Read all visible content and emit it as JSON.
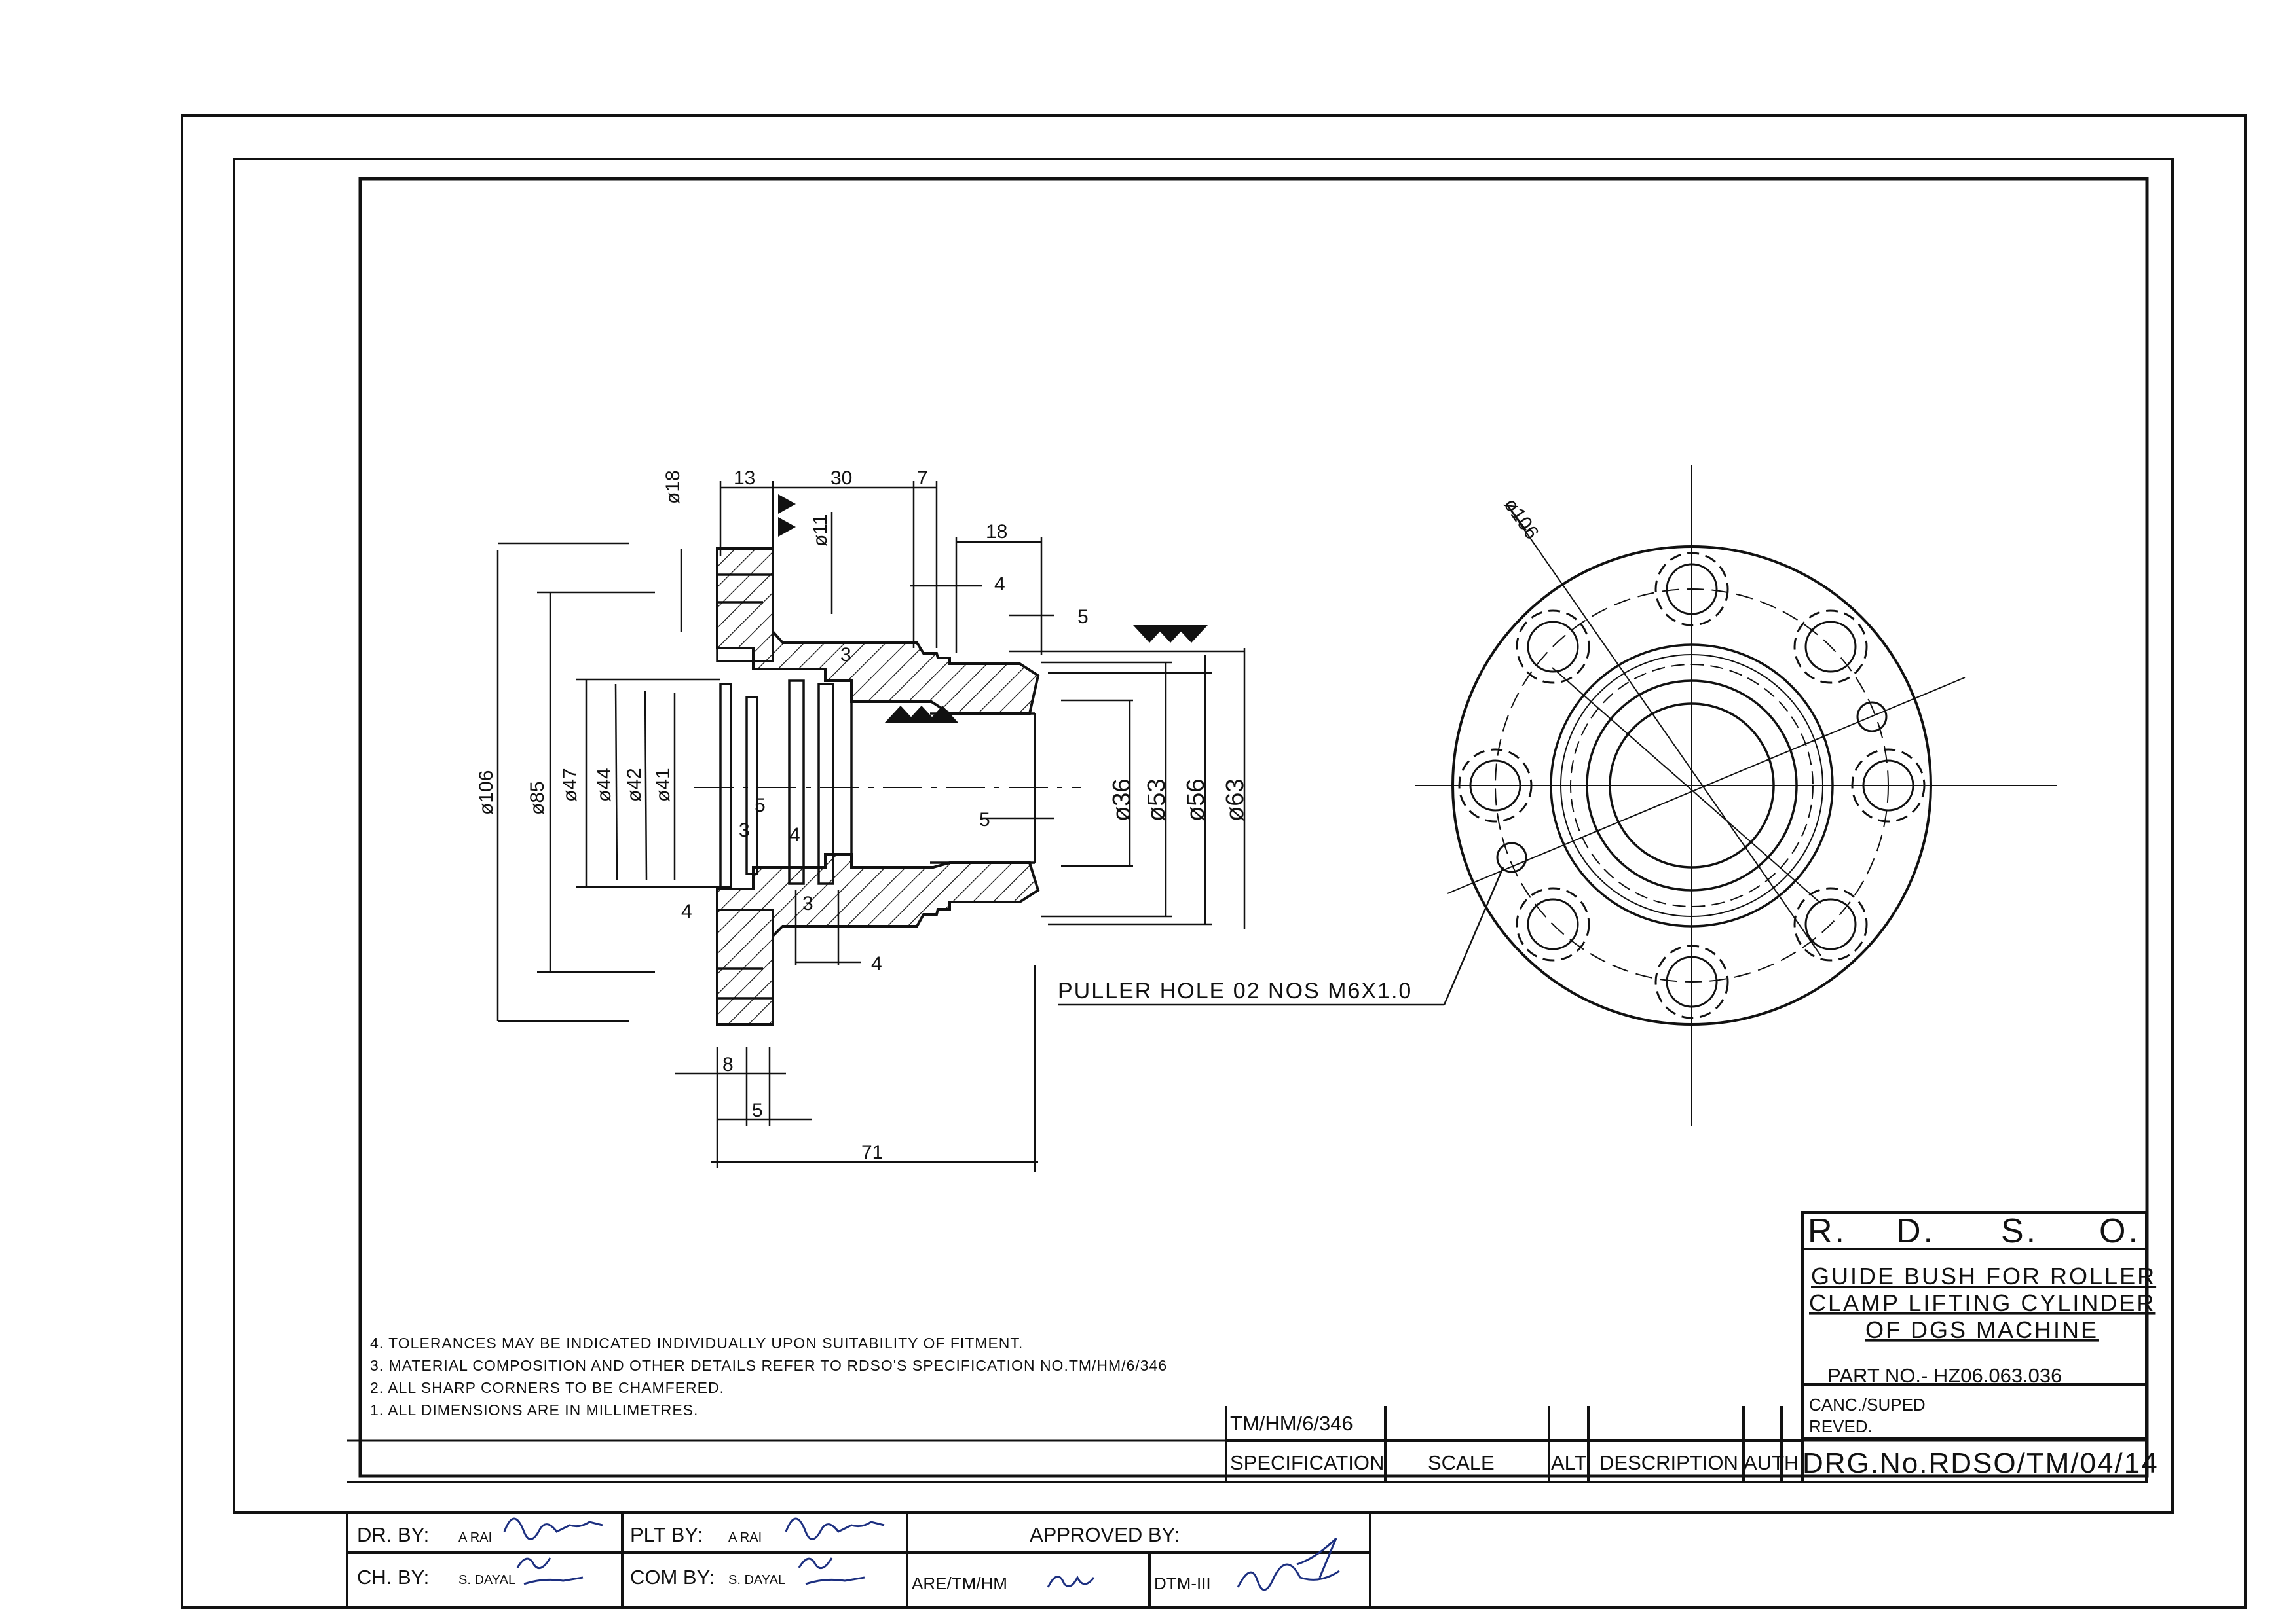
{
  "drawing": {
    "dims_left": {
      "d106": "ø106",
      "d85": "ø85",
      "d47": "ø47",
      "d44": "ø44",
      "d42": "ø42",
      "d41": "ø41",
      "d18": "ø18",
      "d11": "ø11",
      "d36": "ø36",
      "d53": "ø53",
      "d56": "ø56",
      "d63": "ø63",
      "l13": "13",
      "l30": "30",
      "l7": "7",
      "l18": "18",
      "l4a": "4",
      "l5a": "5",
      "l3a": "3",
      "l5b": "5",
      "l3b": "3",
      "l4b": "4",
      "l5c": "5",
      "l3c": "3",
      "l4c": "4",
      "l4d": "4",
      "l8": "8",
      "l5d": "5",
      "l71": "71"
    },
    "dims_right": {
      "d106": "ø106"
    },
    "puller_label": "PULLER HOLE 02 NOS M6X1.0"
  },
  "notes": [
    "4. TOLERANCES MAY BE INDICATED INDIVIDUALLY UPON SUITABILITY OF FITMENT.",
    "3. MATERIAL COMPOSITION AND  OTHER DETAILS REFER TO RDSO'S SPECIFICATION NO.TM/HM/6/346",
    "2. ALL SHARP CORNERS TO BE CHAMFERED.",
    "1. ALL DIMENSIONS ARE IN MILLIMETRES."
  ],
  "title_block": {
    "org": [
      "R.",
      "D.",
      "S.",
      "O."
    ],
    "title_lines": [
      "GUIDE BUSH FOR ROLLER",
      "CLAMP LIFTING CYLINDER",
      "OF DGS MACHINE"
    ],
    "part_no": "PART NO.-  HZ06.063.036",
    "canc": "CANC./SUPED",
    "reved": "REVED.",
    "drg_no": "DRG.No.RDSO/TM/04/14",
    "spec_value": "TM/HM/6/346",
    "headers": {
      "specification": "SPECIFICATION",
      "scale": "SCALE",
      "alt": "ALT",
      "description": "DESCRIPTION",
      "auth": "AUTH"
    }
  },
  "signature_block": {
    "dr_by": "DR. BY:",
    "dr_name": "A RAI",
    "ch_by": "CH. BY:",
    "ch_name": "S. DAYAL",
    "plt_by": "PLT BY:",
    "plt_name": "A RAI",
    "com_by": "COM BY:",
    "com_name": "S. DAYAL",
    "approved_by": "APPROVED BY:",
    "are": "ARE/TM/HM",
    "dtm": "DTM-III"
  }
}
